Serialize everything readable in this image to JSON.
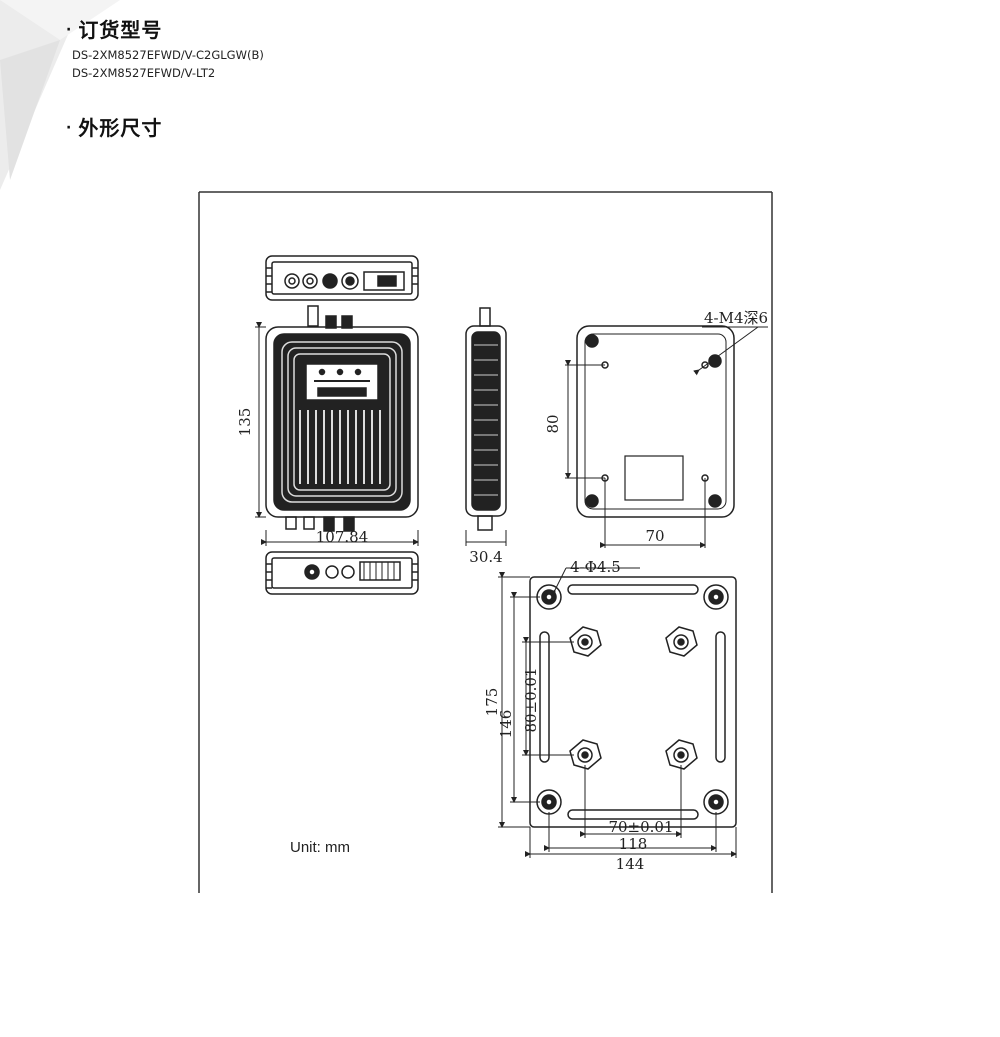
{
  "sections": {
    "ordering": {
      "bullet": "·",
      "title": "订货型号",
      "models": [
        "DS-2XM8527EFWD/V-C2GLGW(B)",
        "DS-2XM8527EFWD/V-LT2"
      ]
    },
    "dimensions": {
      "bullet": "·",
      "title": "外形尺寸"
    }
  },
  "drawing": {
    "unit_label": "Unit: mm",
    "front_height": "135",
    "front_width": "107.84",
    "side_thickness": "30.4",
    "back_hole_note": "4-M4深6",
    "back_vertical_spacing": "80",
    "back_horizontal_spacing": "70",
    "plate_hole_note": "4-Φ4.5",
    "plate_height_outer": "175",
    "plate_height_inner": "146",
    "plate_vertical_spacing": "80±0.01",
    "plate_horizontal_spacing": "70±0.01",
    "plate_width_inner": "118",
    "plate_width_outer": "144"
  }
}
